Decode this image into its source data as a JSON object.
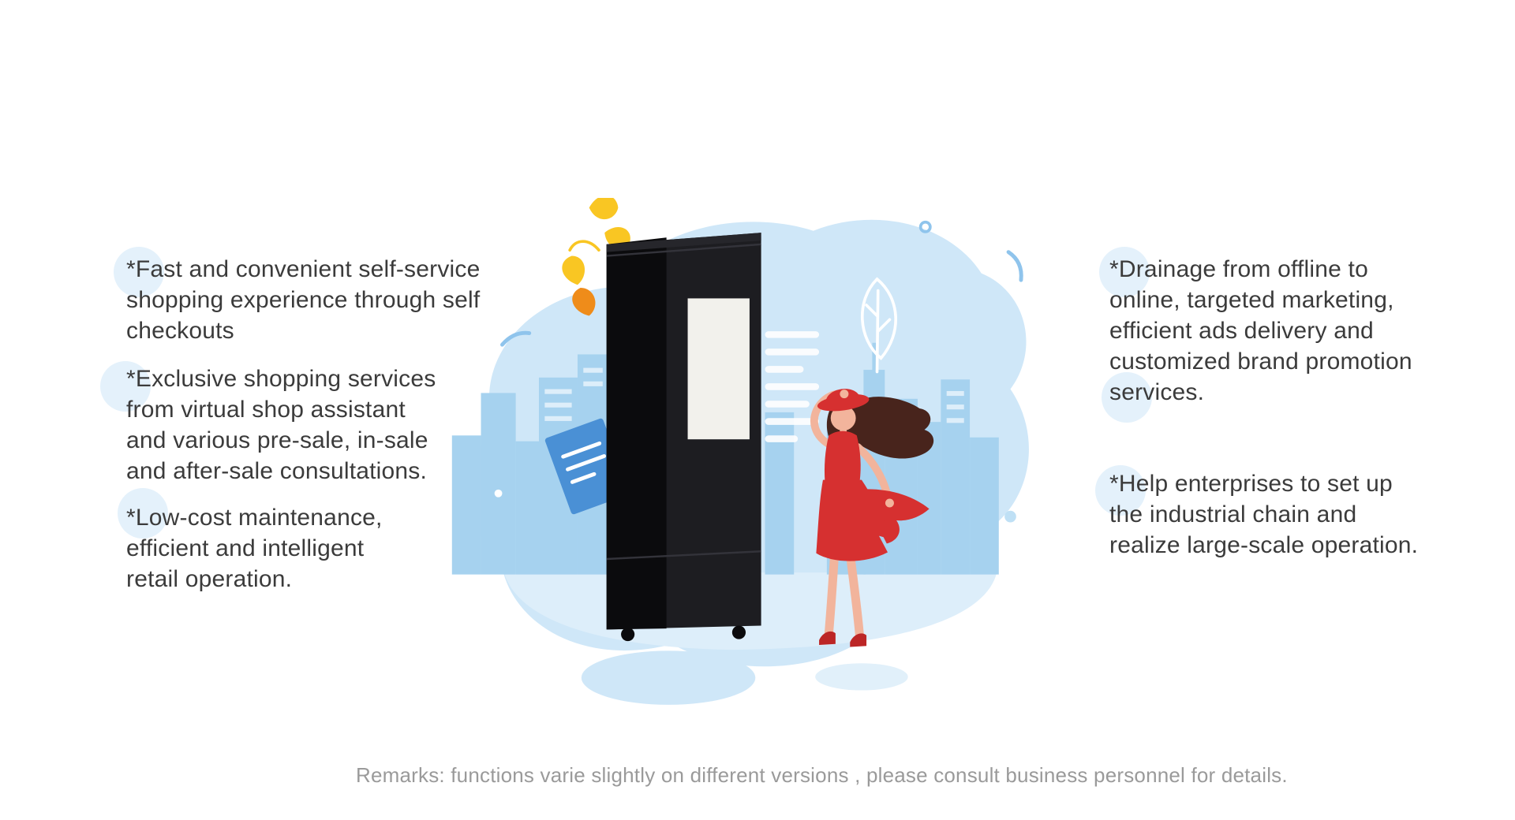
{
  "colors": {
    "page_bg": "#ffffff",
    "text": "#3b3b3b",
    "remarks": "#9a9a9a",
    "bullet_halo": "#e4f1fb",
    "blob": "#cfe7f8",
    "ground": "#ddeefa",
    "skyline": "#a6d2ef",
    "sky_window": "#ddeefa",
    "stripe": "#ffffff",
    "machine": "#1d1d21",
    "machine_side": "#0b0b0d",
    "machine_lip": "#26262b",
    "machine_line": "#33333a",
    "screen": "#f2f1ec",
    "card": "#4a90d5",
    "leaf_yellow": "#f9c623",
    "leaf_orange": "#ef8c1a",
    "skin": "#f2b49c",
    "hair": "#48241c",
    "dress": "#d63030",
    "dress_dark": "#bc2626",
    "shadow": "#cfe7f8",
    "shadow_light": "#e1f0fa",
    "accent_stroke": "#8fc4ec"
  },
  "left_column": {
    "bullets": [
      {
        "lines": [
          "*Fast and convenient self-service",
          "shopping experience through self",
          "checkouts"
        ]
      },
      {
        "lines": [
          "*Exclusive shopping services",
          "from virtual shop assistant",
          "and various pre-sale, in-sale",
          "and after-sale consultations."
        ]
      },
      {
        "lines": [
          "*Low-cost maintenance,",
          "efficient and intelligent",
          "retail operation."
        ]
      }
    ]
  },
  "right_column": {
    "bullets": [
      {
        "lines": [
          "*Drainage from offline  to",
          "online, targeted marketing,",
          "efficient ads delivery and",
          "customized brand promotion",
          "services."
        ]
      },
      {
        "lines": [
          "*Help enterprises to set up",
          "the industrial chain and",
          "realize large-scale operation."
        ]
      }
    ]
  },
  "footer": {
    "remarks": "Remarks: functions varie slightly on different versions , please consult business personnel for details."
  },
  "illustration": {
    "icons": [
      "vending-machine",
      "machine-screen",
      "shopper-woman",
      "city-skyline",
      "signboard",
      "autumn-leaves",
      "leaf-outline"
    ]
  }
}
